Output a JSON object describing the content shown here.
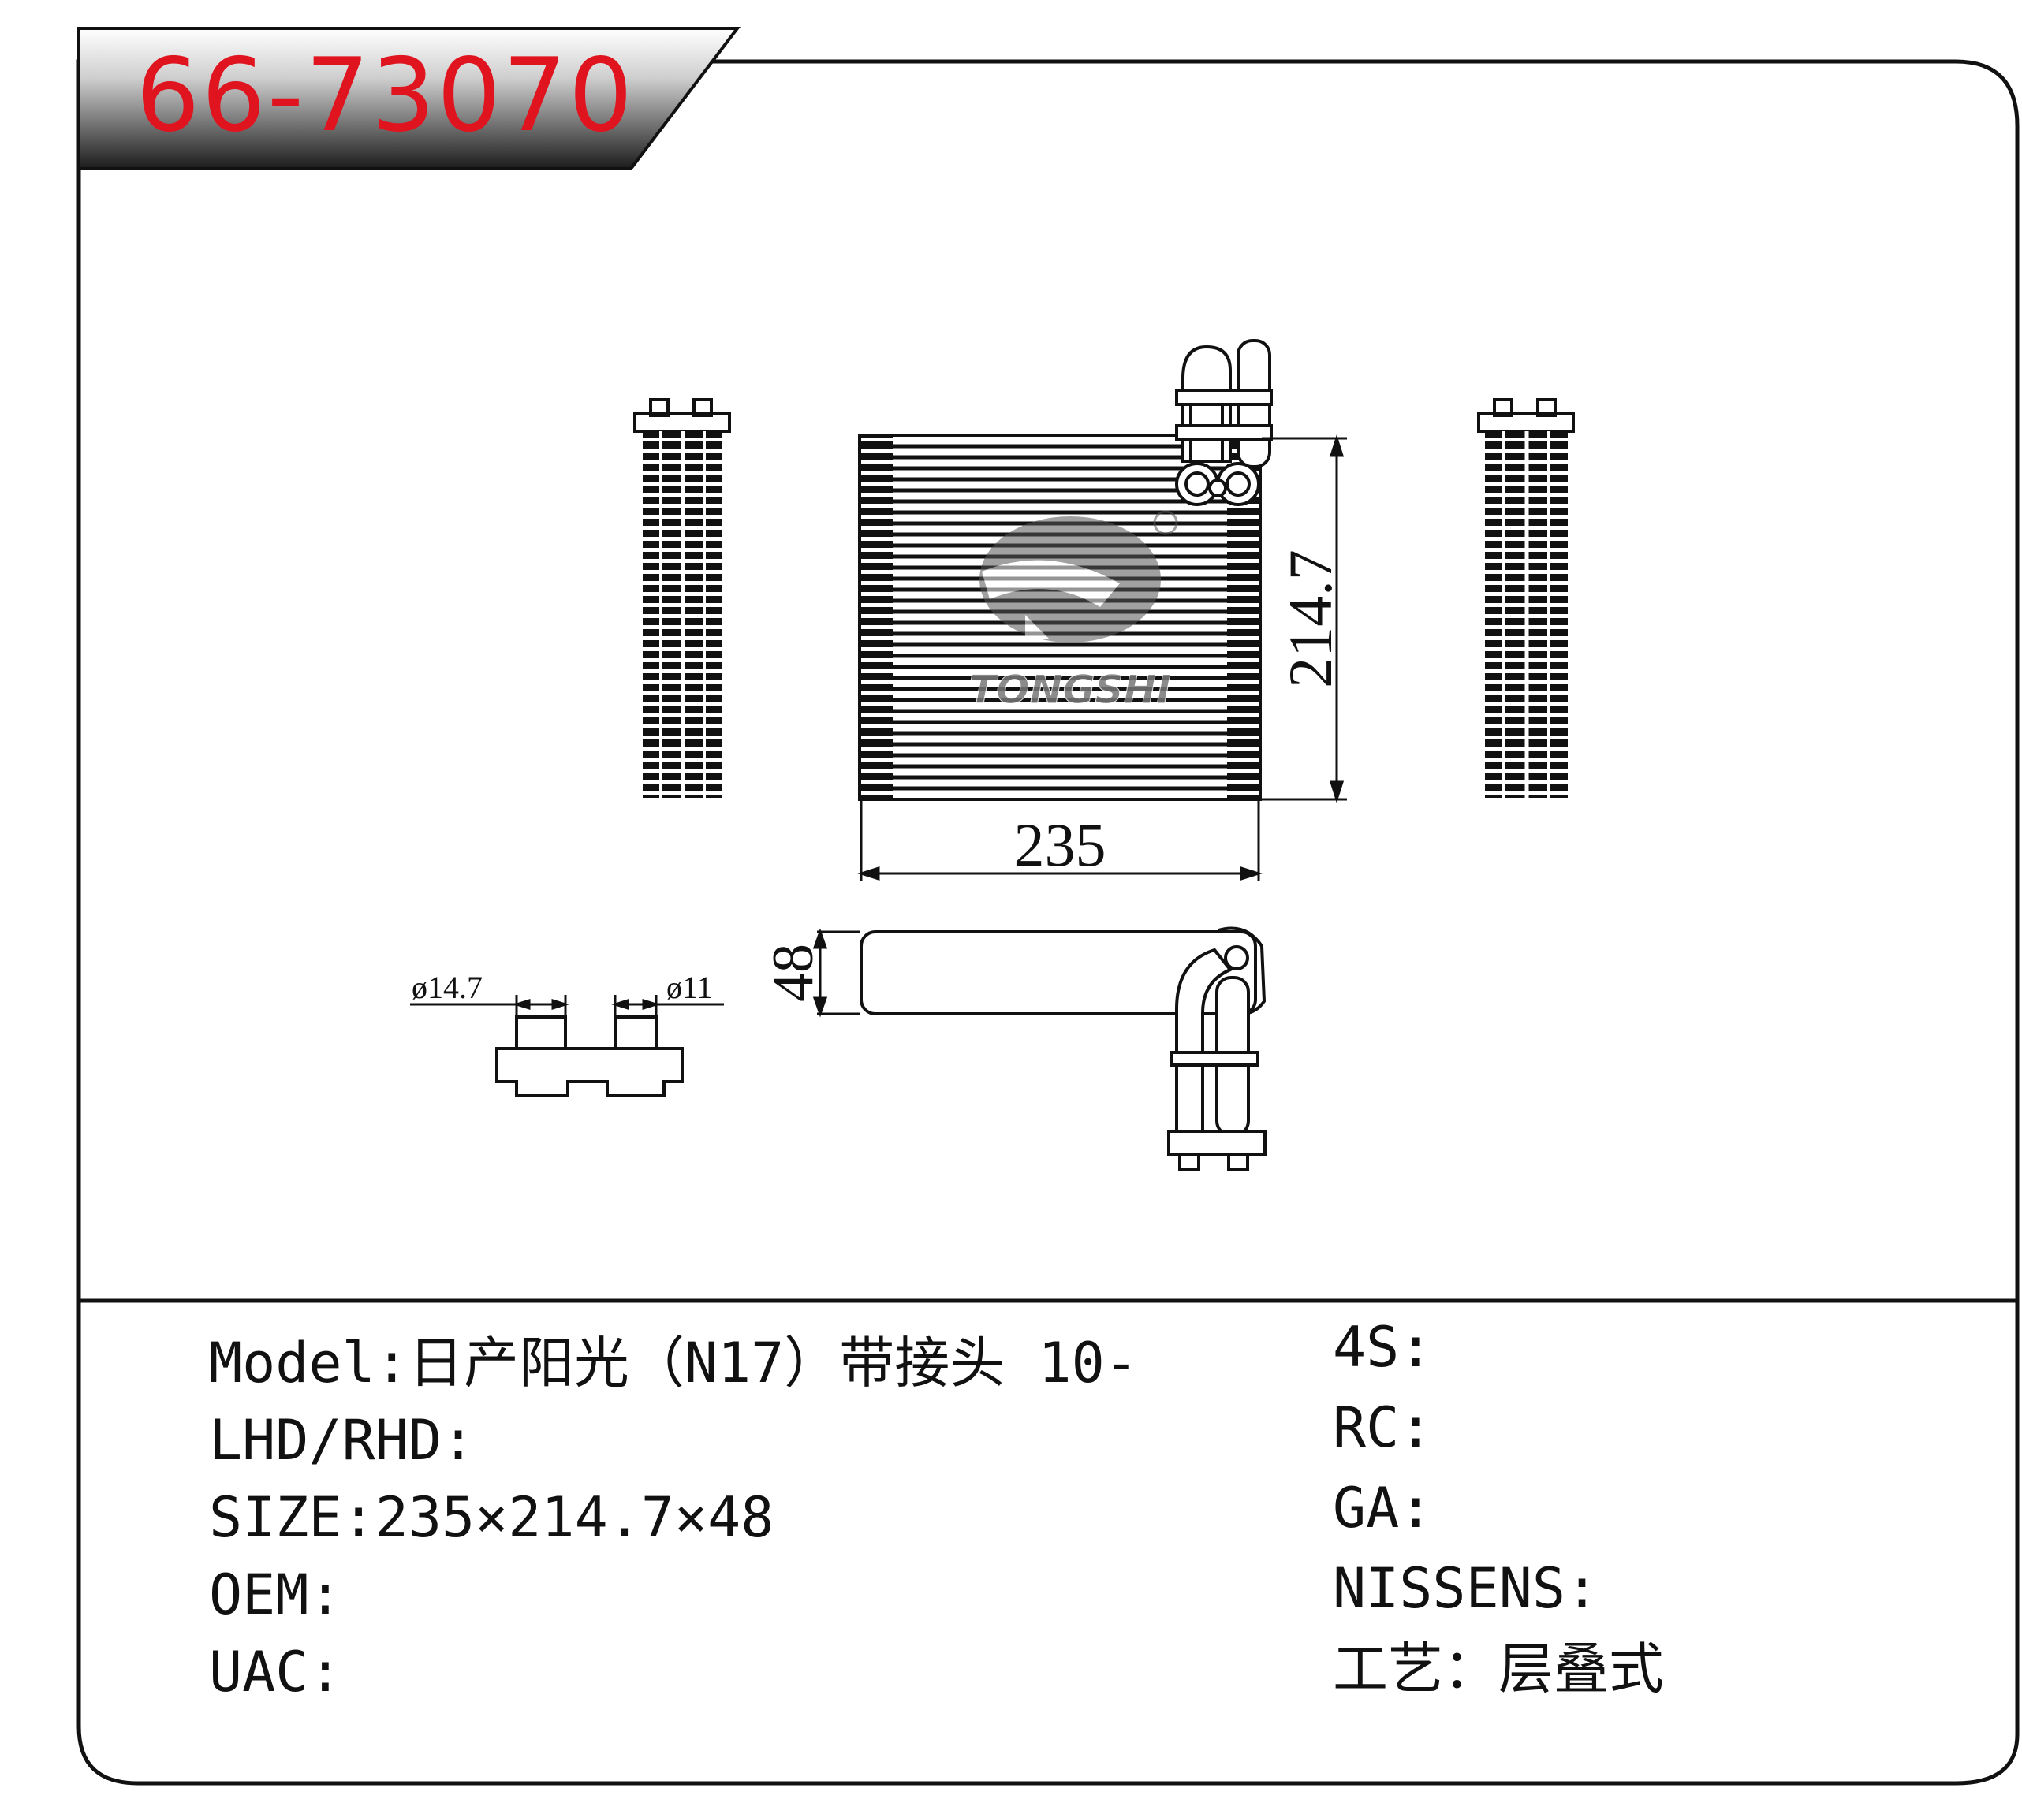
{
  "part_number": "66-73070",
  "brand": "TONGSHI",
  "dimensions": {
    "width": "235",
    "height": "214.7",
    "depth": "48",
    "inlet_diameter": "ø14.7",
    "outlet_diameter": "ø11"
  },
  "specs_left": {
    "model_label": "Model:",
    "model_value": "日产阳光（N17）带接头 10-",
    "lhd_label": "LHD/RHD:",
    "lhd_value": "",
    "size_label": "SIZE:",
    "size_value": "235×214.7×48",
    "oem_label": "OEM:",
    "oem_value": "",
    "uac_label": "UAC:",
    "uac_value": ""
  },
  "specs_right": {
    "s4_label": "4S:",
    "s4_value": "",
    "rc_label": "RC:",
    "rc_value": "",
    "ga_label": "GA:",
    "ga_value": "",
    "nissens_label": "NISSENS:",
    "nissens_value": "",
    "craft_label": "工艺：",
    "craft_value": "层叠式"
  },
  "colors": {
    "part_number": "#e0141e",
    "frame": "#111111",
    "header_band_dark": "#222222",
    "header_band_light": "#f2f2f2"
  }
}
